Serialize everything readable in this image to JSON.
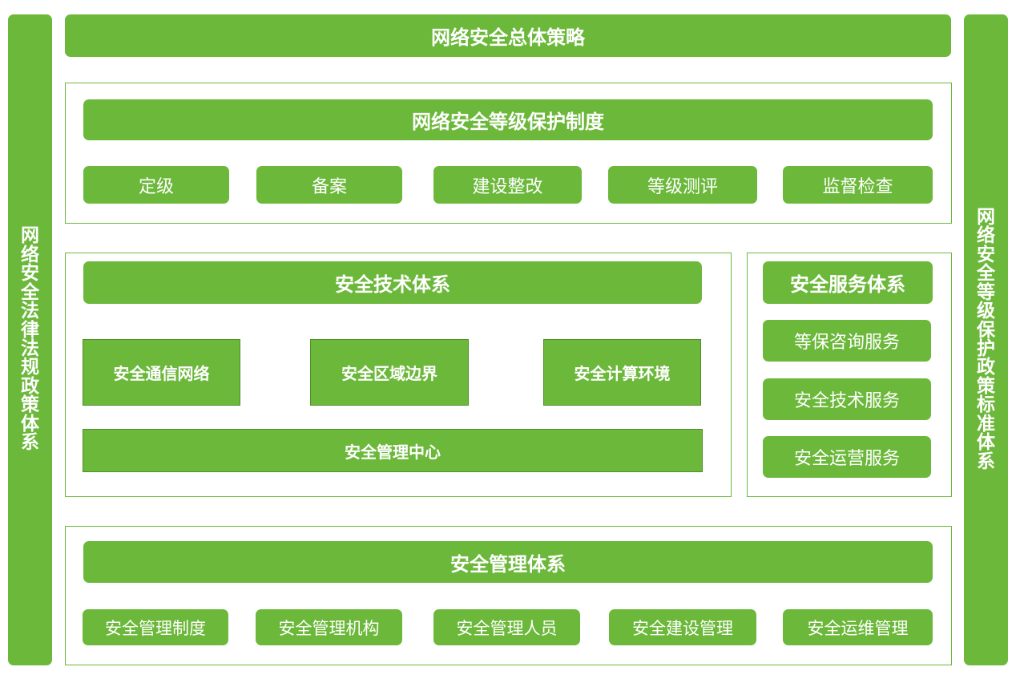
{
  "colors": {
    "green": "#6cb83b",
    "dark_border": "#4f8f28",
    "text": "#ffffff"
  },
  "left_pillar": "网络安全法律法规政策体系",
  "right_pillar": "网络安全等级保护政策标准体系",
  "top_banner": "网络安全总体策略",
  "level_protection": {
    "title": "网络安全等级保护制度",
    "items": [
      "定级",
      "备案",
      "建设整改",
      "等级测评",
      "监督检查"
    ]
  },
  "tech_system": {
    "title": "安全技术体系",
    "items": [
      "安全通信网络",
      "安全区域边界",
      "安全计算环境"
    ],
    "center": "安全管理中心"
  },
  "service_system": {
    "title": "安全服务体系",
    "items": [
      "等保咨询服务",
      "安全技术服务",
      "安全运营服务"
    ]
  },
  "management_system": {
    "title": "安全管理体系",
    "items": [
      "安全管理制度",
      "安全管理机构",
      "安全管理人员",
      "安全建设管理",
      "安全运维管理"
    ]
  }
}
